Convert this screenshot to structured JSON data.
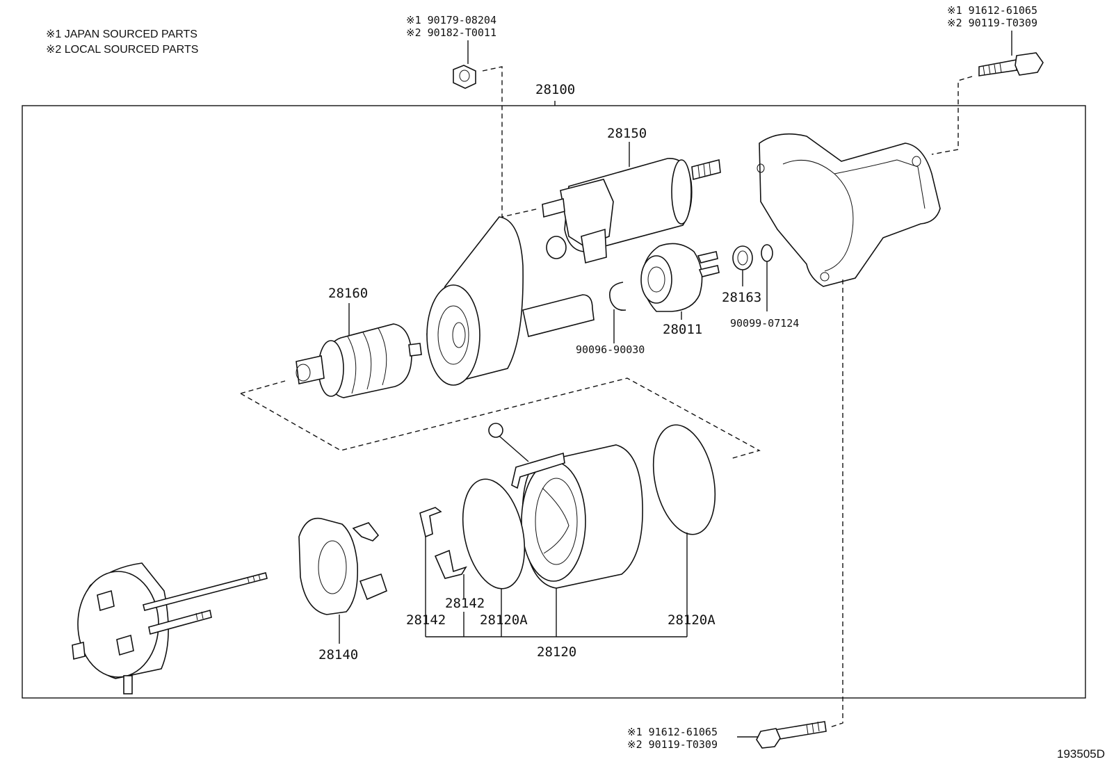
{
  "notes": {
    "japan": "※1 JAPAN SOURCED PARTS",
    "local": "※2 LOCAL SOURCED PARTS"
  },
  "callouts": {
    "top_nut": {
      "line1": "※1 90179-08204",
      "line2": "※2 90182-T0011"
    },
    "top_bolt": {
      "line1": "※1 91612-61065",
      "line2": "※2 90119-T0309"
    },
    "bottom_bolt": {
      "line1": "※1 91612-61065",
      "line2": "※2 90119-T0309"
    }
  },
  "parts": {
    "p28100": "28100",
    "p28150": "28150",
    "p28160": "28160",
    "p28163": "28163",
    "p28011": "28011",
    "p90099": "90099-07124",
    "p90096": "90096-90030",
    "p28140": "28140",
    "p28142a": "28142",
    "p28142b": "28142",
    "p28120A_left": "28120A",
    "p28120A_right": "28120A",
    "p28120": "28120"
  },
  "figure_id": "193505D"
}
